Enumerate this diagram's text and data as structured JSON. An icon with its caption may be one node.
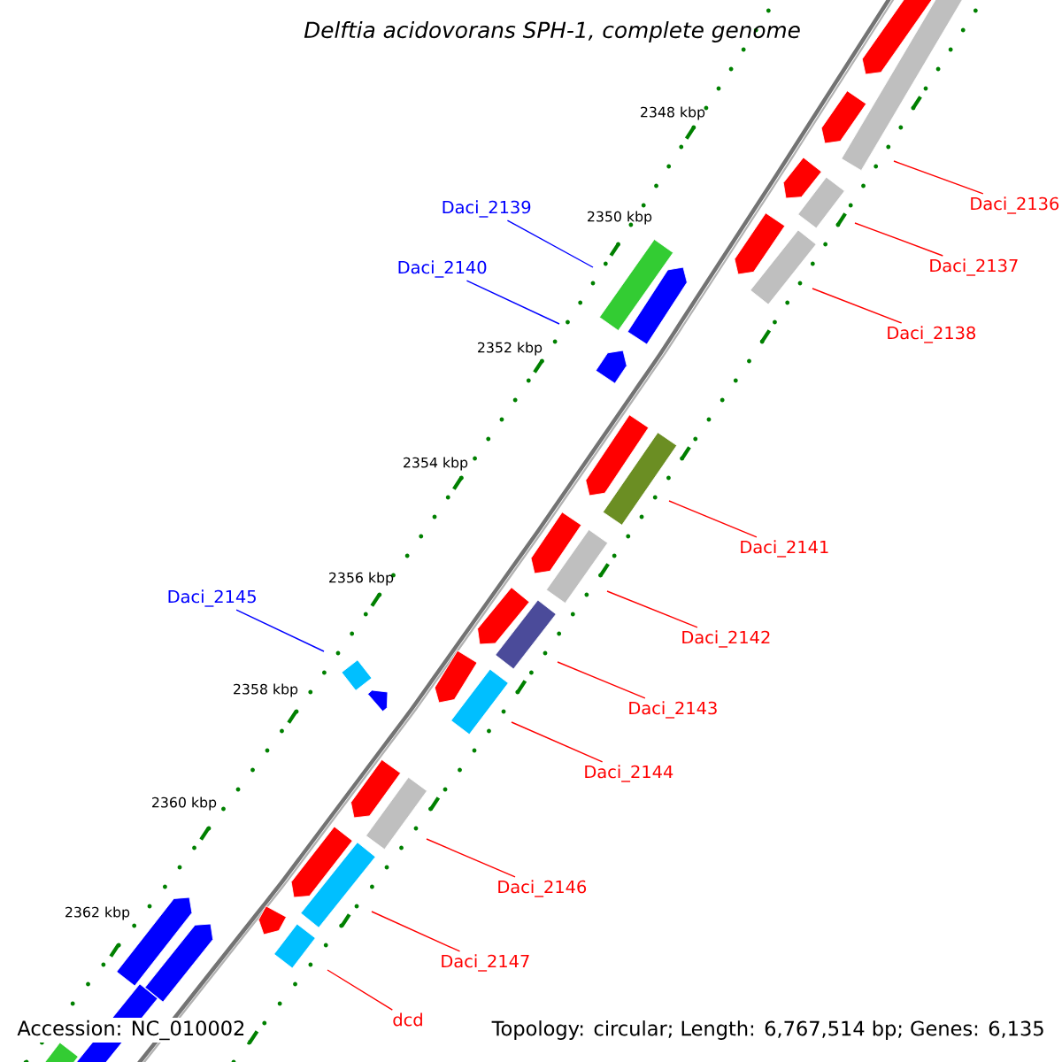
{
  "diagram": {
    "title": "Delftia acidovorans SPH-1, complete genome",
    "nodes": [
      {
        "text": [
          "Daci_2136"
        ]
      },
      {
        "text": [
          "Daci_2139"
        ]
      },
      {
        "text": [
          "Daci_2137"
        ]
      },
      {
        "text": [
          "Daci_2140"
        ]
      },
      {
        "text": [
          "Daci_2138"
        ]
      },
      {
        "text": [
          "Daci_2141"
        ]
      },
      {
        "text": [
          "Daci_2145"
        ]
      },
      {
        "text": [
          "Daci_2142"
        ]
      },
      {
        "text": [
          "Daci_2143"
        ]
      },
      {
        "text": [
          "Daci_2144"
        ]
      },
      {
        "text": [
          "Daci_2146"
        ]
      },
      {
        "text": [
          "Daci_2147"
        ]
      },
      {
        "text": [
          "dcd"
        ]
      }
    ],
    "edges": [
      {
        "from": 0,
        "to": null,
        "arrow": "none"
      },
      {
        "from": 1,
        "to": null,
        "arrow": "none",
        "color": "#0000ff"
      },
      {
        "from": 2,
        "to": null,
        "arrow": "none"
      },
      {
        "from": 3,
        "to": null,
        "arrow": "none",
        "color": "#0000ff"
      },
      {
        "from": 4,
        "to": null,
        "arrow": "none"
      },
      {
        "from": 5,
        "to": null,
        "arrow": "none"
      },
      {
        "from": 6,
        "to": null,
        "arrow": "none",
        "color": "#0000ff"
      },
      {
        "from": 7,
        "to": null,
        "arrow": "none"
      },
      {
        "from": 8,
        "to": null,
        "arrow": "none"
      },
      {
        "from": 9,
        "to": null,
        "arrow": "none"
      },
      {
        "from": 10,
        "to": null,
        "arrow": "none"
      },
      {
        "from": 11,
        "to": null,
        "arrow": "none"
      },
      {
        "from": 12,
        "to": null,
        "arrow": "none"
      }
    ],
    "labels": [
      "2348 kbp",
      "2350 kbp",
      "2352 kbp",
      "2354 kbp",
      "2356 kbp",
      "2358 kbp",
      "2360 kbp",
      "2362 kbp",
      "Accession: NC_010002",
      "Topology: circular; Length: 6,767,514 bp; Genes: 6,135"
    ]
  }
}
